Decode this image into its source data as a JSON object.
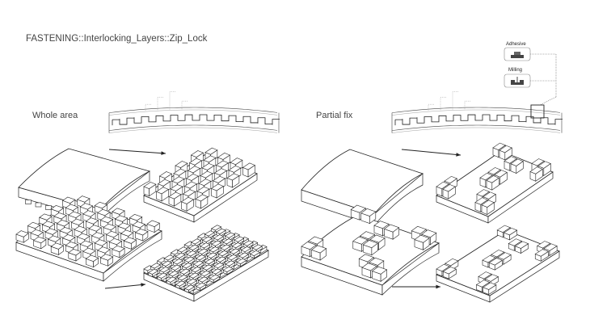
{
  "title": "FASTENING::Interlocking_Layers::Zip_Lock",
  "sections": {
    "whole": {
      "label": "Whole area"
    },
    "partial": {
      "label": "Partial fix"
    }
  },
  "legend": {
    "adhesive": "Adhesive",
    "milling": "Milling"
  }
}
